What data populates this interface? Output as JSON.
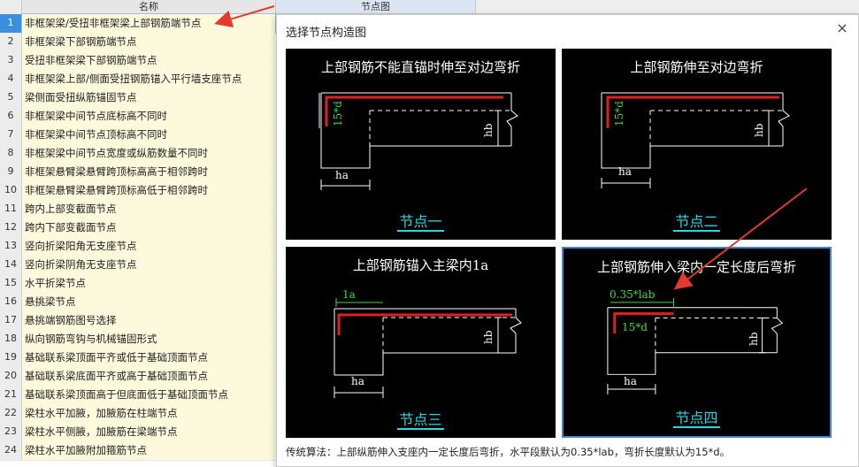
{
  "table": {
    "col_name": "名称",
    "col_node": "节点图",
    "rows": [
      {
        "n": "1",
        "label": "非框架梁/受扭非框架梁上部钢筋端节点"
      },
      {
        "n": "2",
        "label": "非框架梁下部钢筋端节点"
      },
      {
        "n": "3",
        "label": "受扭非框架梁下部钢筋端节点"
      },
      {
        "n": "4",
        "label": "非框架梁上部/侧面受扭钢筋锚入平行墙支座节点"
      },
      {
        "n": "5",
        "label": "梁侧面受扭纵筋锚固节点"
      },
      {
        "n": "6",
        "label": "非框架梁中间节点底标高不同时"
      },
      {
        "n": "7",
        "label": "非框架梁中间节点顶标高不同时"
      },
      {
        "n": "8",
        "label": "非框架梁中间节点宽度或纵筋数量不同时"
      },
      {
        "n": "9",
        "label": "非框架悬臂梁悬臂跨顶标高高于相邻跨时"
      },
      {
        "n": "10",
        "label": "非框架悬臂梁悬臂跨顶标高低于相邻跨时"
      },
      {
        "n": "11",
        "label": "跨内上部变截面节点"
      },
      {
        "n": "12",
        "label": "跨内下部变截面节点"
      },
      {
        "n": "13",
        "label": "竖向折梁阳角无支座节点"
      },
      {
        "n": "14",
        "label": "竖向折梁阴角无支座节点"
      },
      {
        "n": "15",
        "label": "水平折梁节点"
      },
      {
        "n": "16",
        "label": "悬挑梁节点"
      },
      {
        "n": "17",
        "label": "悬挑端钢筋图号选择"
      },
      {
        "n": "18",
        "label": "纵向钢筋弯钩与机械锚固形式"
      },
      {
        "n": "19",
        "label": "基础联系梁顶面平齐或低于基础顶面节点"
      },
      {
        "n": "20",
        "label": "基础联系梁底面平齐或高于基础顶面节点"
      },
      {
        "n": "21",
        "label": "基础联系梁顶面高于但底面低于基础顶面节点"
      },
      {
        "n": "22",
        "label": "梁柱水平加腋，加腋筋在柱端节点"
      },
      {
        "n": "23",
        "label": "梁柱水平侧腋，加腋筋在梁端节点"
      },
      {
        "n": "24",
        "label": "梁柱水平加腋附加箍筋节点"
      }
    ]
  },
  "dialog": {
    "title": "选择节点构造图",
    "close": "×",
    "nodes": [
      {
        "title": "上部钢筋不能直锚时伸至对边弯折",
        "caption": "节点一",
        "labels": {
          "hook": "15*d",
          "hb": "hb",
          "ha": "ha"
        }
      },
      {
        "title": "上部钢筋伸至对边弯折",
        "caption": "节点二",
        "labels": {
          "hook": "15*d",
          "hb": "hb",
          "ha": "ha"
        }
      },
      {
        "title": "上部钢筋锚入主梁内1a",
        "caption": "节点三",
        "labels": {
          "la": "1a",
          "hb": "hb",
          "ha": "ha"
        }
      },
      {
        "title": "上部钢筋伸入梁内一定长度后弯折",
        "caption": "节点四",
        "labels": {
          "len": "0.35*lab",
          "hook": "15*d",
          "hb": "hb",
          "ha": "ha"
        }
      }
    ],
    "description": "传统算法：上部纵筋伸入支座内一定长度后弯折，水平段默认为0.35*lab，弯折长度默认为15*d。"
  },
  "colors": {
    "selected_row": "#3c8fe0",
    "rebar": "#e02020",
    "dimension_green": "#3bdc3b",
    "caption": "#2ad6e6",
    "arrow": "#e23b2e"
  }
}
